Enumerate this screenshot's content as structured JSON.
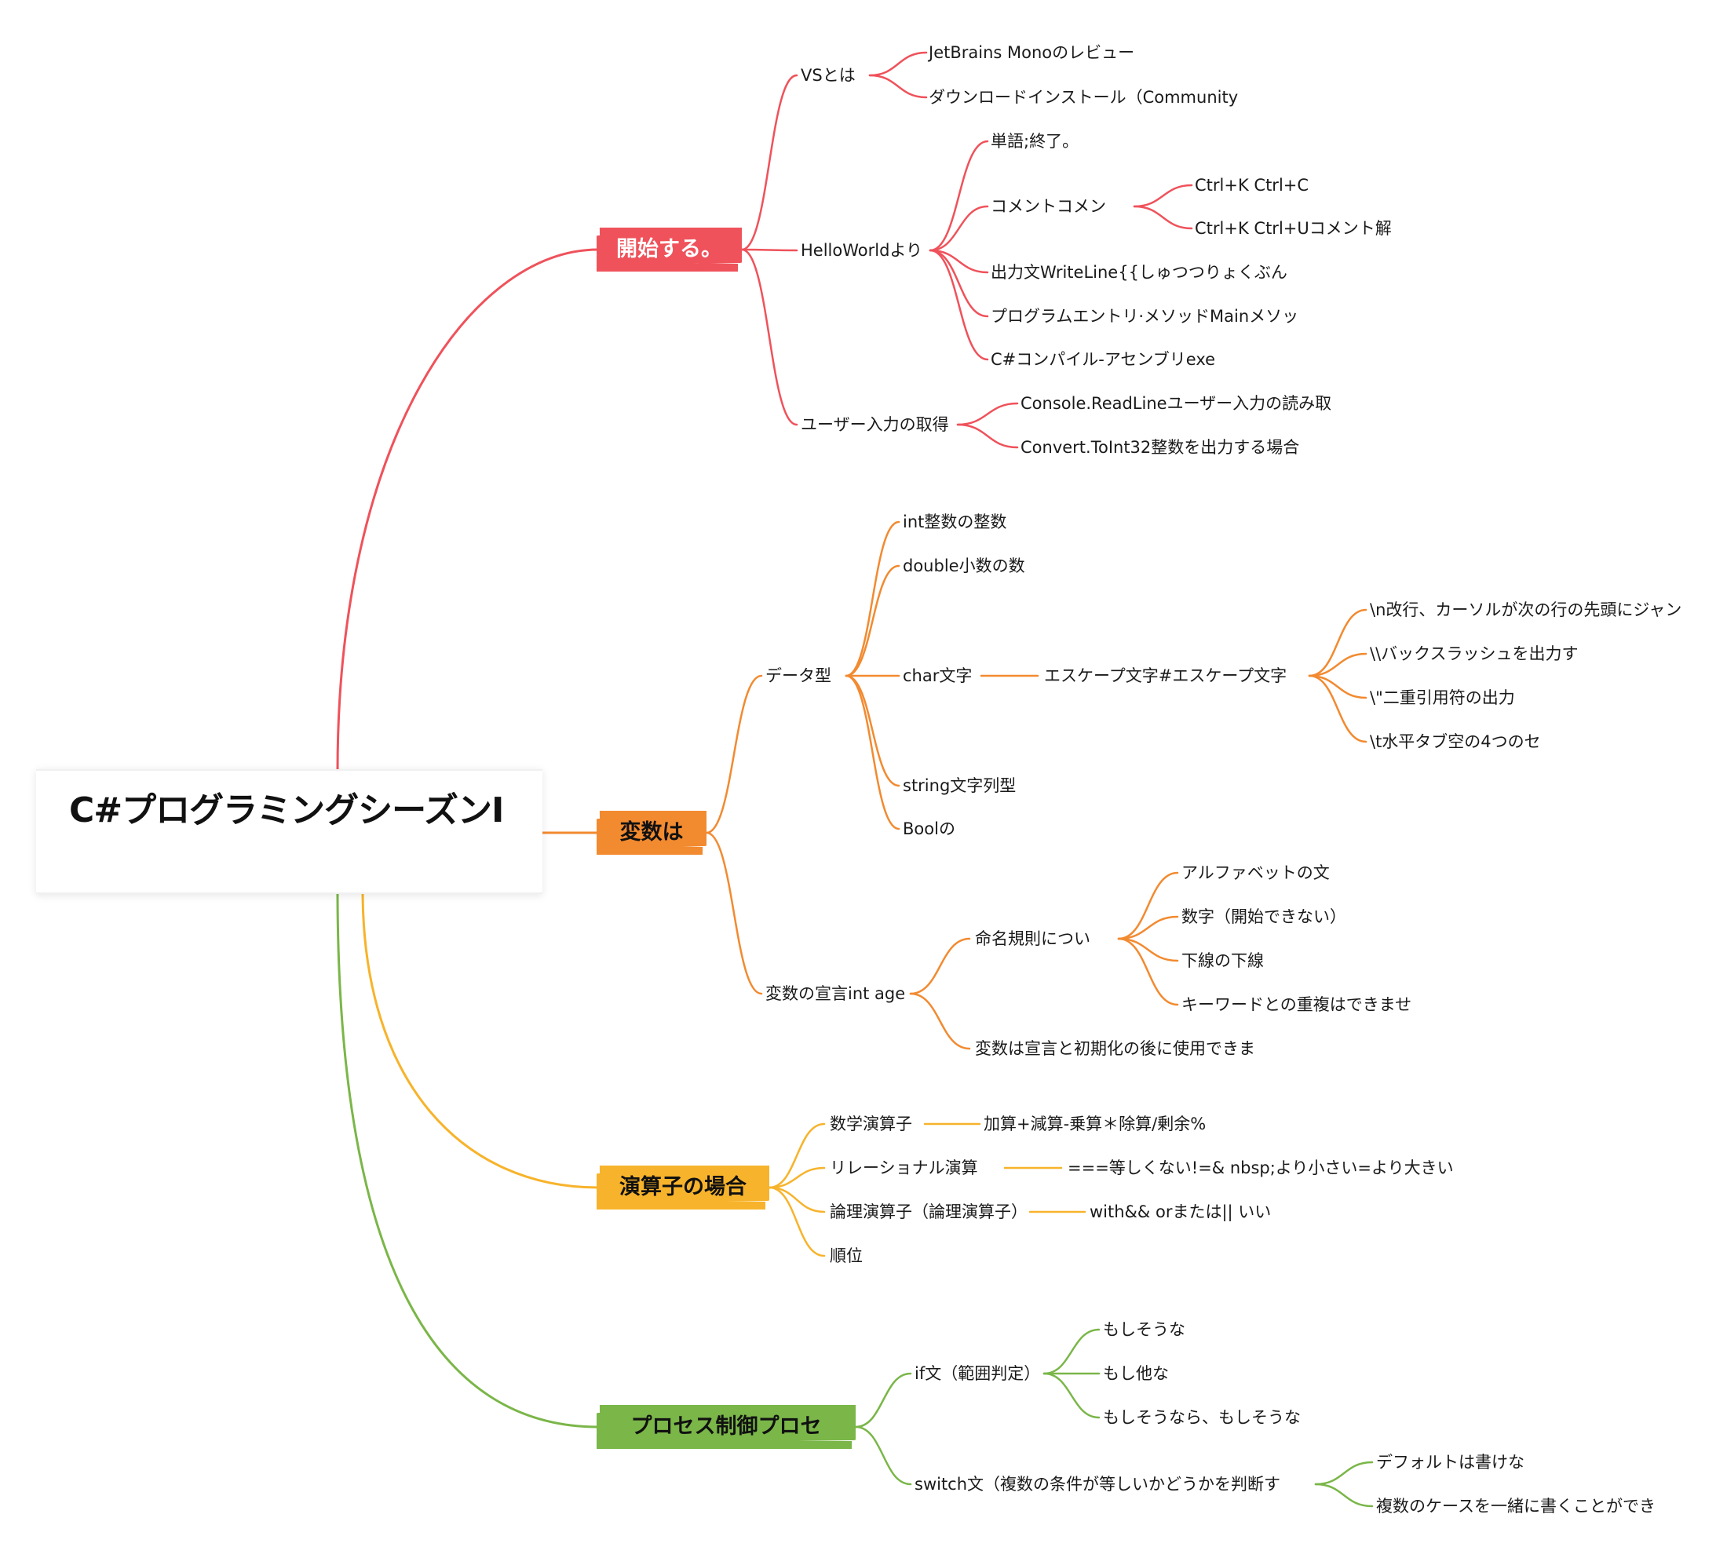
{
  "colors": {
    "red": "#ef525b",
    "orange": "#f28a30",
    "yellow": "#f7b32b",
    "green": "#7ab648"
  },
  "root": {
    "title": "C#プログラミングシーズンⅠ"
  },
  "branches": [
    {
      "label": "開始する。",
      "color": "red"
    },
    {
      "label": "変数は",
      "color": "orange"
    },
    {
      "label": "演算子の場合",
      "color": "yellow"
    },
    {
      "label": "プロセス制御プロセ",
      "color": "green"
    }
  ],
  "start": {
    "vs": {
      "label": "VSとは",
      "items": [
        "JetBrains Monoのレビュー",
        "ダウンロードインストール（Community"
      ]
    },
    "hello": {
      "label": "HelloWorldより",
      "items": [
        "単語;終了。",
        "コメントコメン",
        "出力文WriteLine{{しゅつつりょくぶん",
        "プログラムエントリ·メソッドMainメソッ",
        "C#コンパイル-アセンブリexe"
      ],
      "comment_items": [
        "Ctrl+K Ctrl+C",
        "Ctrl+K Ctrl+Uコメント解"
      ]
    },
    "input": {
      "label": "ユーザー入力の取得",
      "items": [
        "Console.ReadLineユーザー入力の読み取",
        "Convert.ToInt32整数を出力する場合"
      ]
    }
  },
  "variables": {
    "datatype": {
      "label": "データ型",
      "items": [
        "int整数の整数",
        "double小数の数",
        "char文字",
        "string文字列型",
        "Boolの"
      ],
      "escape": {
        "label": "エスケープ文字#エスケープ文字",
        "items": [
          "\\n改行、カーソルが次の行の先頭にジャン",
          "\\\\バックスラッシュを出力す",
          "\\\"二重引用符の出力",
          "\\t水平タブ空の4つのセ"
        ]
      }
    },
    "declare": {
      "label": "変数の宣言int age",
      "naming": {
        "label": "命名規則につい",
        "items": [
          "アルファベットの文",
          "数字（開始できない）",
          "下線の下線",
          "キーワードとの重複はできませ"
        ]
      },
      "usage": "変数は宣言と初期化の後に使用できま"
    }
  },
  "operators": {
    "math": {
      "label": "数学演算子",
      "detail": "加算+減算-乗算＊除算/剰余%"
    },
    "relational": {
      "label": "リレーショナル演算",
      "detail": "===等しくない!=& nbsp;より小さい=より大きい"
    },
    "logical": {
      "label": "論理演算子（論理演算子）",
      "detail": "with&&  orまたは|| いい"
    },
    "order": "順位"
  },
  "control": {
    "if": {
      "label": "if文（範囲判定）",
      "items": [
        "もしそうな",
        "もし他な",
        "もしそうなら、もしそうな"
      ]
    },
    "switch": {
      "label": "switch文（複数の条件が等しいかどうかを判断す",
      "items": [
        "デフォルトは書けな",
        "複数のケースを一緒に書くことができ"
      ]
    }
  }
}
